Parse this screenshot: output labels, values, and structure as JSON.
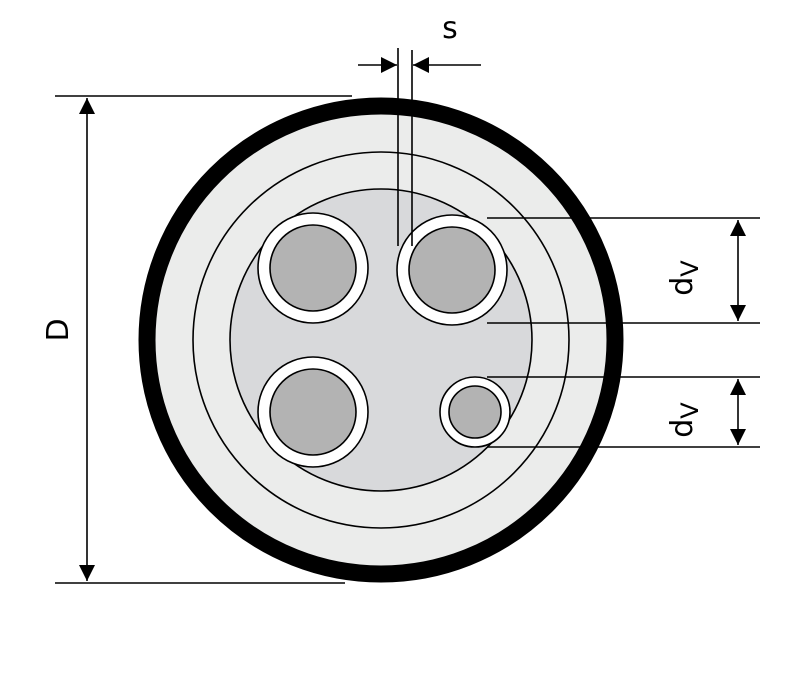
{
  "diagram": {
    "labels": {
      "wall_thickness": "s",
      "outer_diameter": "D",
      "core_diameter_large": {
        "main": "d",
        "sub": "V"
      },
      "core_diameter_small": {
        "main": "d",
        "sub": "V"
      }
    },
    "colors": {
      "sheath": "#000000",
      "outer_layer": "#ebeceb",
      "inner_filler": "#d8d9db",
      "conductor": "#b3b3b3",
      "insulation": "#ffffff"
    }
  }
}
